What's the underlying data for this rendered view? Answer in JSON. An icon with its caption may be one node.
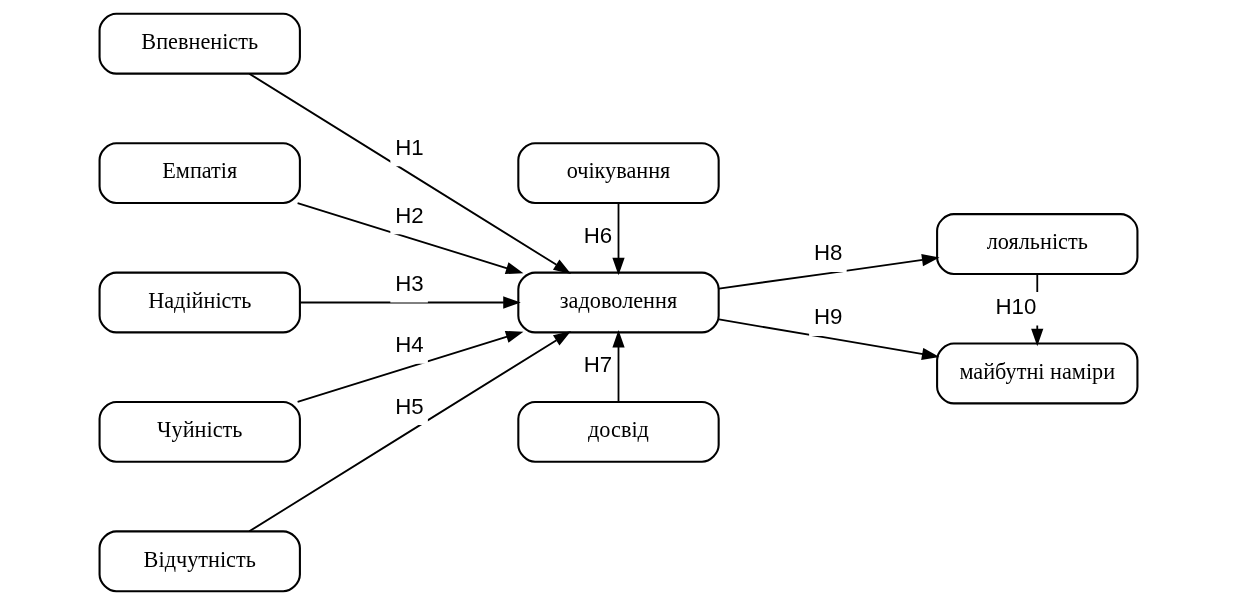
{
  "diagram": {
    "nodes": [
      {
        "text": [
          "Впевненість"
        ]
      },
      {
        "text": [
          "Емпатія"
        ]
      },
      {
        "text": [
          "Надійність"
        ]
      },
      {
        "text": [
          "Чуйність"
        ]
      },
      {
        "text": [
          "Відчутність"
        ]
      },
      {
        "text": [
          "очікування"
        ]
      },
      {
        "text": [
          "задоволення"
        ]
      },
      {
        "text": [
          "досвід"
        ]
      },
      {
        "text": [
          "лояльність"
        ]
      },
      {
        "text": [
          "майбутні наміри"
        ]
      }
    ],
    "edges": [
      {
        "from": 0,
        "to": 6,
        "arrow": "to",
        "label": "H1"
      },
      {
        "from": 1,
        "to": 6,
        "arrow": "to",
        "label": "H2"
      },
      {
        "from": 2,
        "to": 6,
        "arrow": "to",
        "label": "H3"
      },
      {
        "from": 3,
        "to": 6,
        "arrow": "to",
        "label": "H4"
      },
      {
        "from": 4,
        "to": 6,
        "arrow": "to",
        "label": "H5"
      },
      {
        "from": 5,
        "to": 6,
        "arrow": "to",
        "label": "H6"
      },
      {
        "from": 7,
        "to": 6,
        "arrow": "to",
        "label": "H7"
      },
      {
        "from": 6,
        "to": 8,
        "arrow": "to",
        "label": "H8"
      },
      {
        "from": 6,
        "to": 9,
        "arrow": "to",
        "label": "H9"
      },
      {
        "from": 8,
        "to": 9,
        "arrow": "to",
        "label": "H10"
      }
    ]
  }
}
